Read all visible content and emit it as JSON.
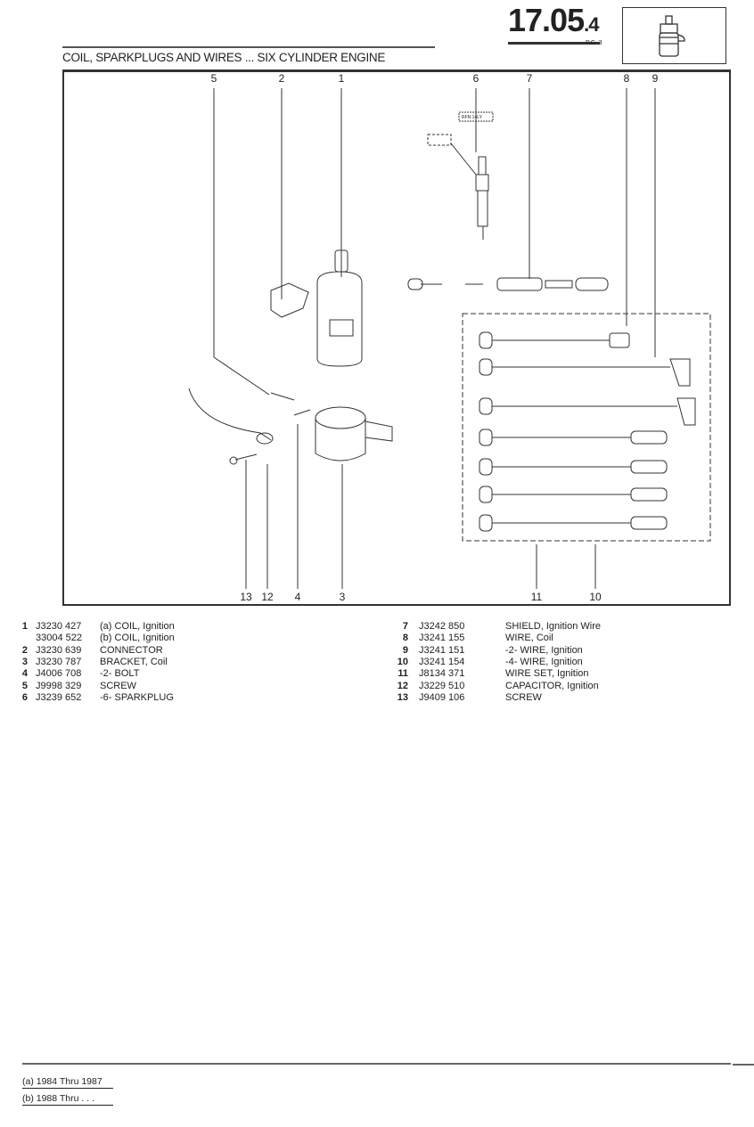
{
  "header": {
    "page_number_main": "17.05",
    "page_number_sub": ".4",
    "pc_label": "P.C. 3",
    "title": "COIL, SPARKPLUGS AND WIRES ... SIX CYLINDER ENGINE"
  },
  "diagram": {
    "top_callouts": [
      "5",
      "2",
      "1",
      "6",
      "7",
      "8",
      "9"
    ],
    "bottom_callouts": [
      "13",
      "12",
      "4",
      "3",
      "11",
      "10"
    ],
    "sparkplug_label": "RFN 14LY"
  },
  "parts_left": [
    {
      "num": "1",
      "part": "J3230 427",
      "desc": "(a)  COIL, Ignition"
    },
    {
      "num": "",
      "part": "33004 522",
      "desc": "(b)  COIL, Ignition"
    },
    {
      "num": "2",
      "part": "J3230 639",
      "desc": "CONNECTOR"
    },
    {
      "num": "3",
      "part": "J3230 787",
      "desc": "BRACKET, Coil"
    },
    {
      "num": "4",
      "part": "J4006 708",
      "desc": "-2- BOLT"
    },
    {
      "num": "5",
      "part": "J9998 329",
      "desc": "SCREW"
    },
    {
      "num": "6",
      "part": "J3239 652",
      "desc": "-6- SPARKPLUG"
    }
  ],
  "parts_right": [
    {
      "num": "7",
      "part": "J3242 850",
      "desc": "SHIELD, Ignition Wire"
    },
    {
      "num": "8",
      "part": "J3241 155",
      "desc": "WIRE, Coil"
    },
    {
      "num": "9",
      "part": "J3241 151",
      "desc": "-2- WIRE, Ignition"
    },
    {
      "num": "10",
      "part": "J3241 154",
      "desc": "-4- WIRE, Ignition"
    },
    {
      "num": "11",
      "part": "J8134 371",
      "desc": "WIRE SET, Ignition"
    },
    {
      "num": "12",
      "part": "J3229 510",
      "desc": "CAPACITOR, Ignition"
    },
    {
      "num": "13",
      "part": "J9409 106",
      "desc": "SCREW"
    }
  ],
  "footnotes": [
    "(a) 1984 Thru 1987",
    "(b) 1988 Thru . . ."
  ]
}
